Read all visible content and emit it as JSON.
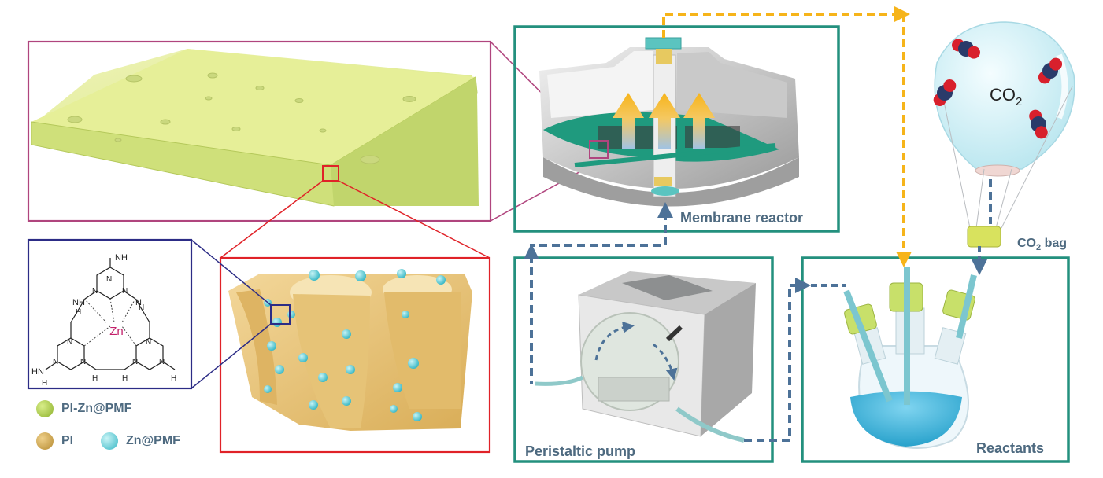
{
  "labels": {
    "membrane_reactor": "Membrane reactor",
    "peristaltic_pump": "Peristaltic pump",
    "reactants": "Reactants",
    "co2_bag_main": "CO",
    "co2_bag_sub": "2",
    "co2_bag_suffix": " bag",
    "co2_balloon_main": "CO",
    "co2_balloon_sub": "2"
  },
  "structure": {
    "zn": "Zn",
    "nh_top": "NH",
    "nh_left": "NH",
    "nh_right": "N",
    "hn_bottom_left": "HN",
    "h_marks": [
      "H",
      "H",
      "H",
      "H",
      "H",
      "H"
    ],
    "n_marks": [
      "N",
      "N",
      "N",
      "N",
      "N",
      "N",
      "N",
      "N",
      "N"
    ]
  },
  "legend": [
    {
      "name": "PI-Zn@PMF",
      "color": "#a6c63a"
    },
    {
      "name": "PI",
      "color": "#c9a24a"
    },
    {
      "name": "Zn@PMF",
      "color": "#4cc6cf"
    }
  ],
  "colors": {
    "teal_frame": "#23907e",
    "magenta_frame": "#b0457e",
    "red_frame": "#e02228",
    "navy_frame": "#2c2c86",
    "flow_blue": "#4d7298",
    "flow_gold": "#f6b41a",
    "label_text": "#4e6a80"
  }
}
